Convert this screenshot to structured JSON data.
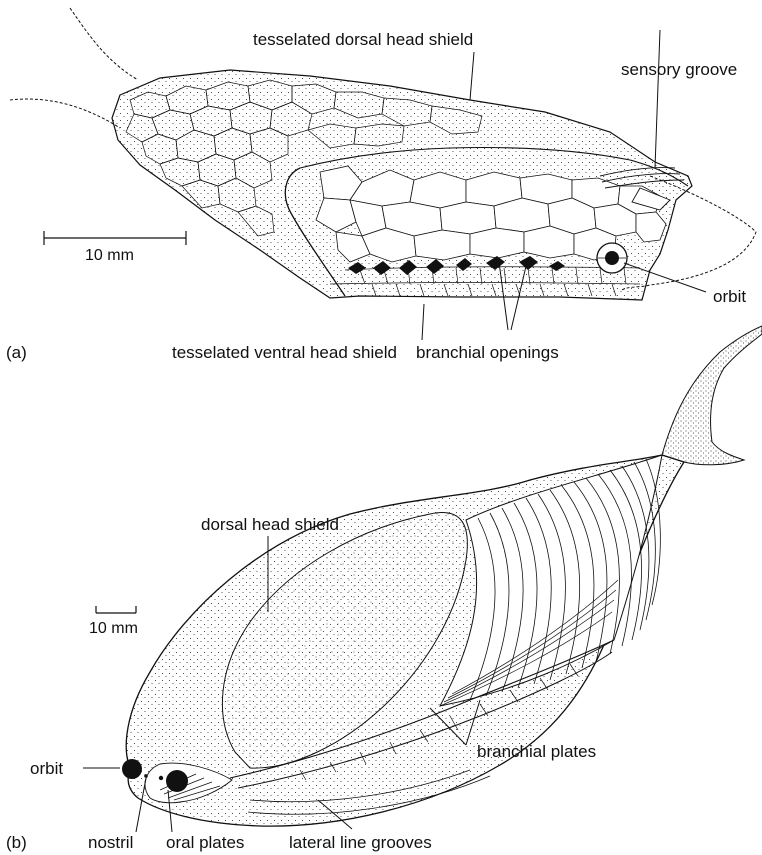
{
  "panel_a": {
    "panel_label": "(a)",
    "scale_label": "10 mm",
    "labels": {
      "dorsal_shield": "tesselated dorsal head shield",
      "sensory_groove": "sensory groove",
      "orbit": "orbit",
      "ventral_shield": "tesselated ventral head shield",
      "branchial_openings": "branchial openings"
    }
  },
  "panel_b": {
    "panel_label": "(b)",
    "scale_label": "10 mm",
    "labels": {
      "dorsal_shield": "dorsal head shield",
      "orbit": "orbit",
      "nostril": "nostril",
      "oral_plates": "oral plates",
      "lateral_line": "lateral line grooves",
      "branchial_plates": "branchial plates"
    }
  },
  "colors": {
    "ink": "#111111",
    "paper": "#ffffff"
  }
}
